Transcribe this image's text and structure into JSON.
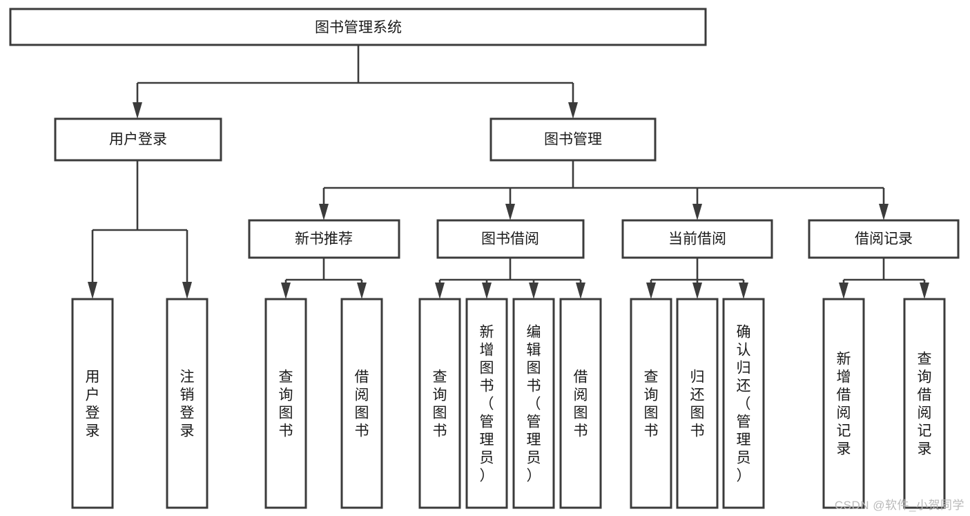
{
  "diagram": {
    "type": "tree-hierarchy-chart",
    "title": "图书管理系统",
    "orientation": "top-down",
    "colors": {
      "box_fill": "#ffffff",
      "box_stroke": "#3b3b3b",
      "connector": "#3b3b3b",
      "text": "#1a1a1a",
      "watermark": "#b9b9b9",
      "background": "#ffffff"
    },
    "levels": [
      {
        "level": 1,
        "nodes": [
          {
            "id": "root",
            "label": "图书管理系统",
            "orientation": "horizontal"
          }
        ]
      },
      {
        "level": 2,
        "nodes": [
          {
            "id": "user-login",
            "label": "用户登录",
            "parent": "root",
            "orientation": "horizontal"
          },
          {
            "id": "book-manage",
            "label": "图书管理",
            "parent": "root",
            "orientation": "horizontal"
          }
        ]
      },
      {
        "level": 3,
        "nodes": [
          {
            "id": "new-book-rec",
            "label": "新书推荐",
            "parent": "book-manage",
            "orientation": "horizontal"
          },
          {
            "id": "book-borrow",
            "label": "图书借阅",
            "parent": "book-manage",
            "orientation": "horizontal"
          },
          {
            "id": "current-borrow",
            "label": "当前借阅",
            "parent": "book-manage",
            "orientation": "horizontal"
          },
          {
            "id": "borrow-record",
            "label": "借阅记录",
            "parent": "book-manage",
            "orientation": "horizontal"
          }
        ]
      },
      {
        "level": 4,
        "nodes": [
          {
            "id": "leaf-user-login",
            "label": "用户登录",
            "parent": "user-login",
            "orientation": "vertical"
          },
          {
            "id": "leaf-logout",
            "label": "注销登录",
            "parent": "user-login",
            "orientation": "vertical"
          },
          {
            "id": "leaf-query-book-1",
            "label": "查询图书",
            "parent": "new-book-rec",
            "orientation": "vertical"
          },
          {
            "id": "leaf-borrow-book-1",
            "label": "借阅图书",
            "parent": "new-book-rec",
            "orientation": "vertical"
          },
          {
            "id": "leaf-query-book-2",
            "label": "查询图书",
            "parent": "book-borrow",
            "orientation": "vertical"
          },
          {
            "id": "leaf-add-book",
            "label": "新增图书（管理员）",
            "parent": "book-borrow",
            "orientation": "vertical"
          },
          {
            "id": "leaf-edit-book",
            "label": "编辑图书（管理员）",
            "parent": "book-borrow",
            "orientation": "vertical"
          },
          {
            "id": "leaf-borrow-book-2",
            "label": "借阅图书",
            "parent": "book-borrow",
            "orientation": "vertical"
          },
          {
            "id": "leaf-query-book-3",
            "label": "查询图书",
            "parent": "current-borrow",
            "orientation": "vertical"
          },
          {
            "id": "leaf-return-book",
            "label": "归还图书",
            "parent": "current-borrow",
            "orientation": "vertical"
          },
          {
            "id": "leaf-confirm-return",
            "label": "确认归还（管理员）",
            "parent": "current-borrow",
            "orientation": "vertical"
          },
          {
            "id": "leaf-add-record",
            "label": "新增借阅记录",
            "parent": "borrow-record",
            "orientation": "vertical"
          },
          {
            "id": "leaf-query-record",
            "label": "查询借阅记录",
            "parent": "borrow-record",
            "orientation": "vertical"
          }
        ]
      }
    ]
  },
  "watermark": {
    "text": "CSDN @软件_小贺同学"
  }
}
